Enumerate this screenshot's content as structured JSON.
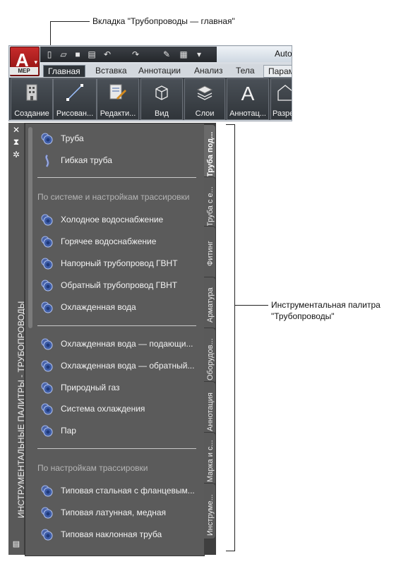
{
  "callouts": {
    "tab_callout": "Вкладка \"Трубопроводы — главная\"",
    "palette_callout_line1": "Инструментальная палитра",
    "palette_callout_line2": "\"Трубопроводы\""
  },
  "app": {
    "logo_letter": "A",
    "product_label": "MEP",
    "title_text": "AutoC"
  },
  "ribbon": {
    "tabs": [
      "Главная",
      "Вставка",
      "Аннотации",
      "Анализ",
      "Тела",
      "Парам"
    ],
    "panels": [
      "Создание",
      "Рисован...",
      "Редакти...",
      "Вид",
      "Слои",
      "Аннотац...",
      "Разре"
    ]
  },
  "palette": {
    "vertical_title": "ИНСТРУМЕНТАЛЬНЫЕ ПАЛИТРЫ - ТРУБОПРОВОДЫ",
    "tabs": [
      "Труба под...",
      "Труба с е...",
      "Фитинг",
      "Арматура",
      "Оборудов...",
      "Аннотация",
      "Марка и с...",
      "Инструме..."
    ],
    "groups": [
      {
        "header": "",
        "items": [
          "Труба",
          "Гибкая труба"
        ]
      },
      {
        "header": "По системе и настройкам трассировки",
        "items": [
          "Холодное водоснабжение",
          "Горячее водоснабжение",
          "Напорный трубопровод ГВНТ",
          "Обратный трубопровод ГВНТ",
          "Охлажденная вода"
        ]
      },
      {
        "header": "",
        "items": [
          "Охлажденная  вода — подающи...",
          "Охлажденная  вода — обратный...",
          "Природный газ",
          "Система охлаждения",
          "Пар"
        ]
      },
      {
        "header": "По настройкам трассировки",
        "items": [
          "Типовая  стальная  с  фланцевым...",
          "Типовая латунная, медная",
          "Типовая наклонная труба"
        ]
      }
    ]
  },
  "colors": {
    "accent": "#c62b2b",
    "palette_bg": "#5b5b5b",
    "tool_icon": "#3f5ea8"
  }
}
